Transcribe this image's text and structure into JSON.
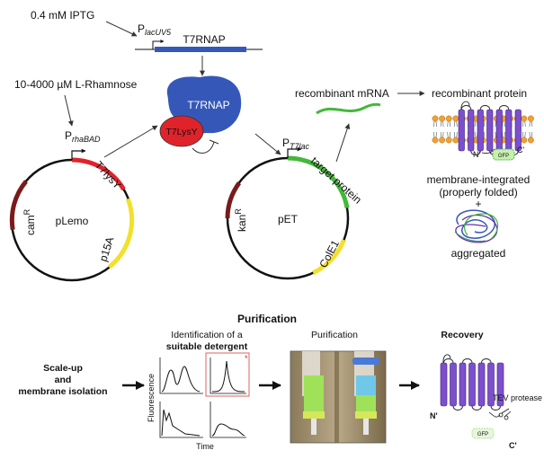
{
  "top": {
    "iptg": "0.4 mM IPTG",
    "promoter_lacuv5": {
      "base": "P",
      "sub": "lacUV5"
    },
    "t7rnap_gene": "T7RNAP",
    "rhamnose": "10-4000 µM L-Rhamnose",
    "promoter_rhabad": {
      "base": "P",
      "sub": "rhaBAD"
    },
    "t7rnap_protein": "T7RNAP",
    "t7lysy_protein": "T7LysY",
    "promoter_t7lac": {
      "base": "P",
      "sub": "T7lac"
    },
    "recombinant_mrna": "recombinant mRNA",
    "recombinant_protein": "recombinant protein"
  },
  "plemo": {
    "name": "pLemo",
    "t7lysy_gene": "T7lysY",
    "p15a": "p15A",
    "cam": {
      "base": "cam",
      "sup": "R"
    }
  },
  "pet": {
    "name": "pET",
    "target_protein": "target protein",
    "cole1": "ColE1",
    "kan": {
      "base": "kan",
      "sup": "R"
    }
  },
  "membrane": {
    "gfp": "GFP",
    "n_term": "N'",
    "c_term": "C'",
    "integrated_line1": "membrane-integrated",
    "integrated_line2": "(properly folded)",
    "plus": "+",
    "aggregated": "aggregated"
  },
  "bottom": {
    "section_title": "Purification",
    "step1_line1": "Scale-up",
    "step1_line2": "and",
    "step1_line3": "membrane isolation",
    "step2_line1": "Identification of a",
    "step2_line2": "suitable detergent",
    "fsec_ylabel": "Fluorescence",
    "fsec_xlabel": "Time",
    "fsec_star": "*",
    "step3": "Purification",
    "step4": "Recovery",
    "tev": "TEV protease",
    "n_term": "N'",
    "c_term": "C'",
    "gfp": "GFP"
  },
  "colors": {
    "t7rnap": "#3558b8",
    "t7lysy": "#e0232b",
    "target_green": "#44b83a",
    "p15a_yellow": "#f3e02a",
    "cam_maroon": "#7a1a1a",
    "membrane_purple": "#7d4fcf",
    "lipid_orange": "#f0a035"
  }
}
